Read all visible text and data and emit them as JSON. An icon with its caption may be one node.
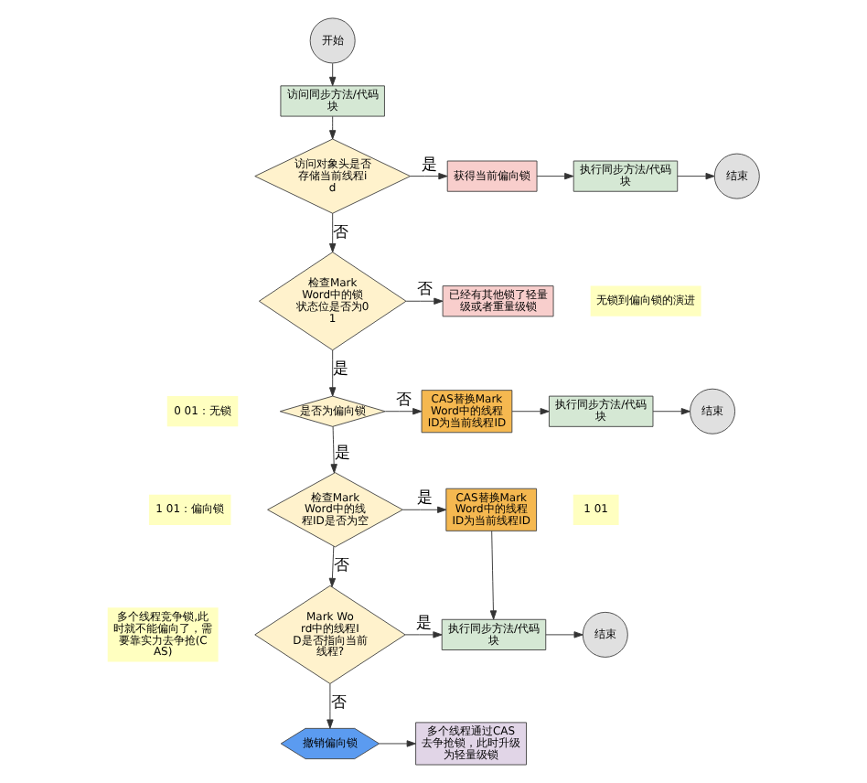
{
  "diagram": {
    "nodes": [
      {
        "text": [
          "开始"
        ]
      },
      {
        "text": [
          "访问同步方法/代码块"
        ]
      },
      {
        "text": [
          "访问对象头是否存储当前线程id"
        ]
      },
      {
        "text": [
          "获得当前偏向锁"
        ]
      },
      {
        "text": [
          "执行同步方法/代码块"
        ]
      },
      {
        "text": [
          "结束"
        ]
      },
      {
        "text": [
          "检查Mark Word中的锁状态位是否为01"
        ]
      },
      {
        "text": [
          "已经有其他锁了轻量级或者重量级锁"
        ]
      },
      {
        "text": [
          "是否为偏向锁"
        ]
      },
      {
        "text": [
          "CAS替换Mark Word中的线程ID为当前线程ID"
        ]
      },
      {
        "text": [
          "执行同步方法/代码块"
        ]
      },
      {
        "text": [
          "结束"
        ]
      },
      {
        "text": [
          "检查Mark Word中的线程ID是否为空"
        ]
      },
      {
        "text": [
          "CAS替换Mark Word中的线程ID为当前线程ID"
        ]
      },
      {
        "text": [
          "Mark Word中的线程ID是否指向当前线程?"
        ]
      },
      {
        "text": [
          "执行同步方法/代码块"
        ]
      },
      {
        "text": [
          "结束"
        ]
      },
      {
        "text": [
          "撤销偏向锁"
        ]
      },
      {
        "text": [
          "多个线程通过CAS去争抢锁，此时升级为轻量级锁"
        ]
      }
    ],
    "edges": [
      {
        "from": 0,
        "to": 1,
        "arrow": "to"
      },
      {
        "from": 1,
        "to": 2,
        "arrow": "to"
      },
      {
        "from": 2,
        "to": 3,
        "arrow": "to",
        "label": "是"
      },
      {
        "from": 3,
        "to": 4,
        "arrow": "to"
      },
      {
        "from": 4,
        "to": 5,
        "arrow": "to"
      },
      {
        "from": 2,
        "to": 6,
        "arrow": "to",
        "label": "否"
      },
      {
        "from": 6,
        "to": 7,
        "arrow": "to",
        "label": "否"
      },
      {
        "from": 6,
        "to": 8,
        "arrow": "to",
        "label": "是"
      },
      {
        "from": 8,
        "to": 9,
        "arrow": "to",
        "label": "否"
      },
      {
        "from": 9,
        "to": 10,
        "arrow": "to"
      },
      {
        "from": 10,
        "to": 11,
        "arrow": "to"
      },
      {
        "from": 8,
        "to": 12,
        "arrow": "to",
        "label": "是"
      },
      {
        "from": 12,
        "to": 13,
        "arrow": "to",
        "label": "是"
      },
      {
        "from": 12,
        "to": 14,
        "arrow": "to",
        "label": "否"
      },
      {
        "from": 13,
        "to": 15,
        "arrow": "to"
      },
      {
        "from": 14,
        "to": 15,
        "arrow": "to",
        "label": "是"
      },
      {
        "from": 15,
        "to": 16,
        "arrow": "to"
      },
      {
        "from": 14,
        "to": 17,
        "arrow": "to",
        "label": "否"
      },
      {
        "from": 17,
        "to": 18,
        "arrow": "to"
      }
    ],
    "labels": [
      "0 01：无锁",
      "1 01：偏向锁",
      "无锁到偏向锁的演进",
      "1 01",
      "多个线程竞争锁,此时就不能偏向了，需要靠实力去争抢(CAS)"
    ]
  }
}
